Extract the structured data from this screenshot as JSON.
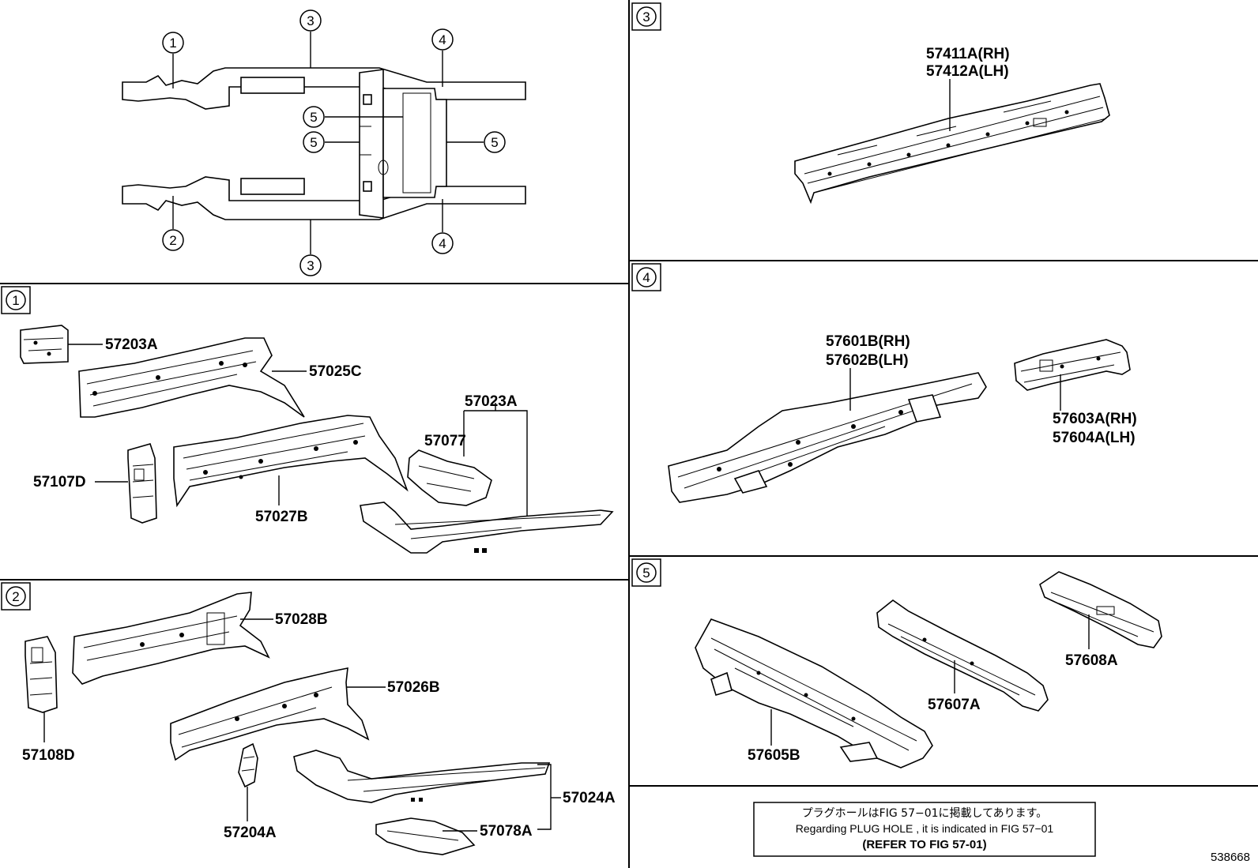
{
  "callouts": {
    "c1": "1",
    "c2": "2",
    "c3": "3",
    "c4": "4",
    "c5": "5"
  },
  "section1": {
    "tag": "1",
    "parts": [
      "57203A",
      "57025C",
      "57023A",
      "57077",
      "57107D",
      "57027B"
    ]
  },
  "section2": {
    "tag": "2",
    "parts": [
      "57028B",
      "57026B",
      "57108D",
      "57024A",
      "57204A",
      "57078A"
    ]
  },
  "section3": {
    "tag": "3",
    "parts": [
      "57411A(RH)",
      "57412A(LH)"
    ]
  },
  "section4": {
    "tag": "4",
    "parts": [
      "57601B(RH)",
      "57602B(LH)",
      "57603A(RH)",
      "57604A(LH)"
    ]
  },
  "section5": {
    "tag": "5",
    "parts": [
      "57608A",
      "57607A",
      "57605B"
    ]
  },
  "note": {
    "line_jp": "プラグホールはFIG 57−01に掲載してあります。",
    "line_en": "Regarding  PLUG  HOLE , it is indicated in FIG  57−01",
    "line_ref": "(REFER  TO FIG 57-01)"
  },
  "figure_number": "538668"
}
